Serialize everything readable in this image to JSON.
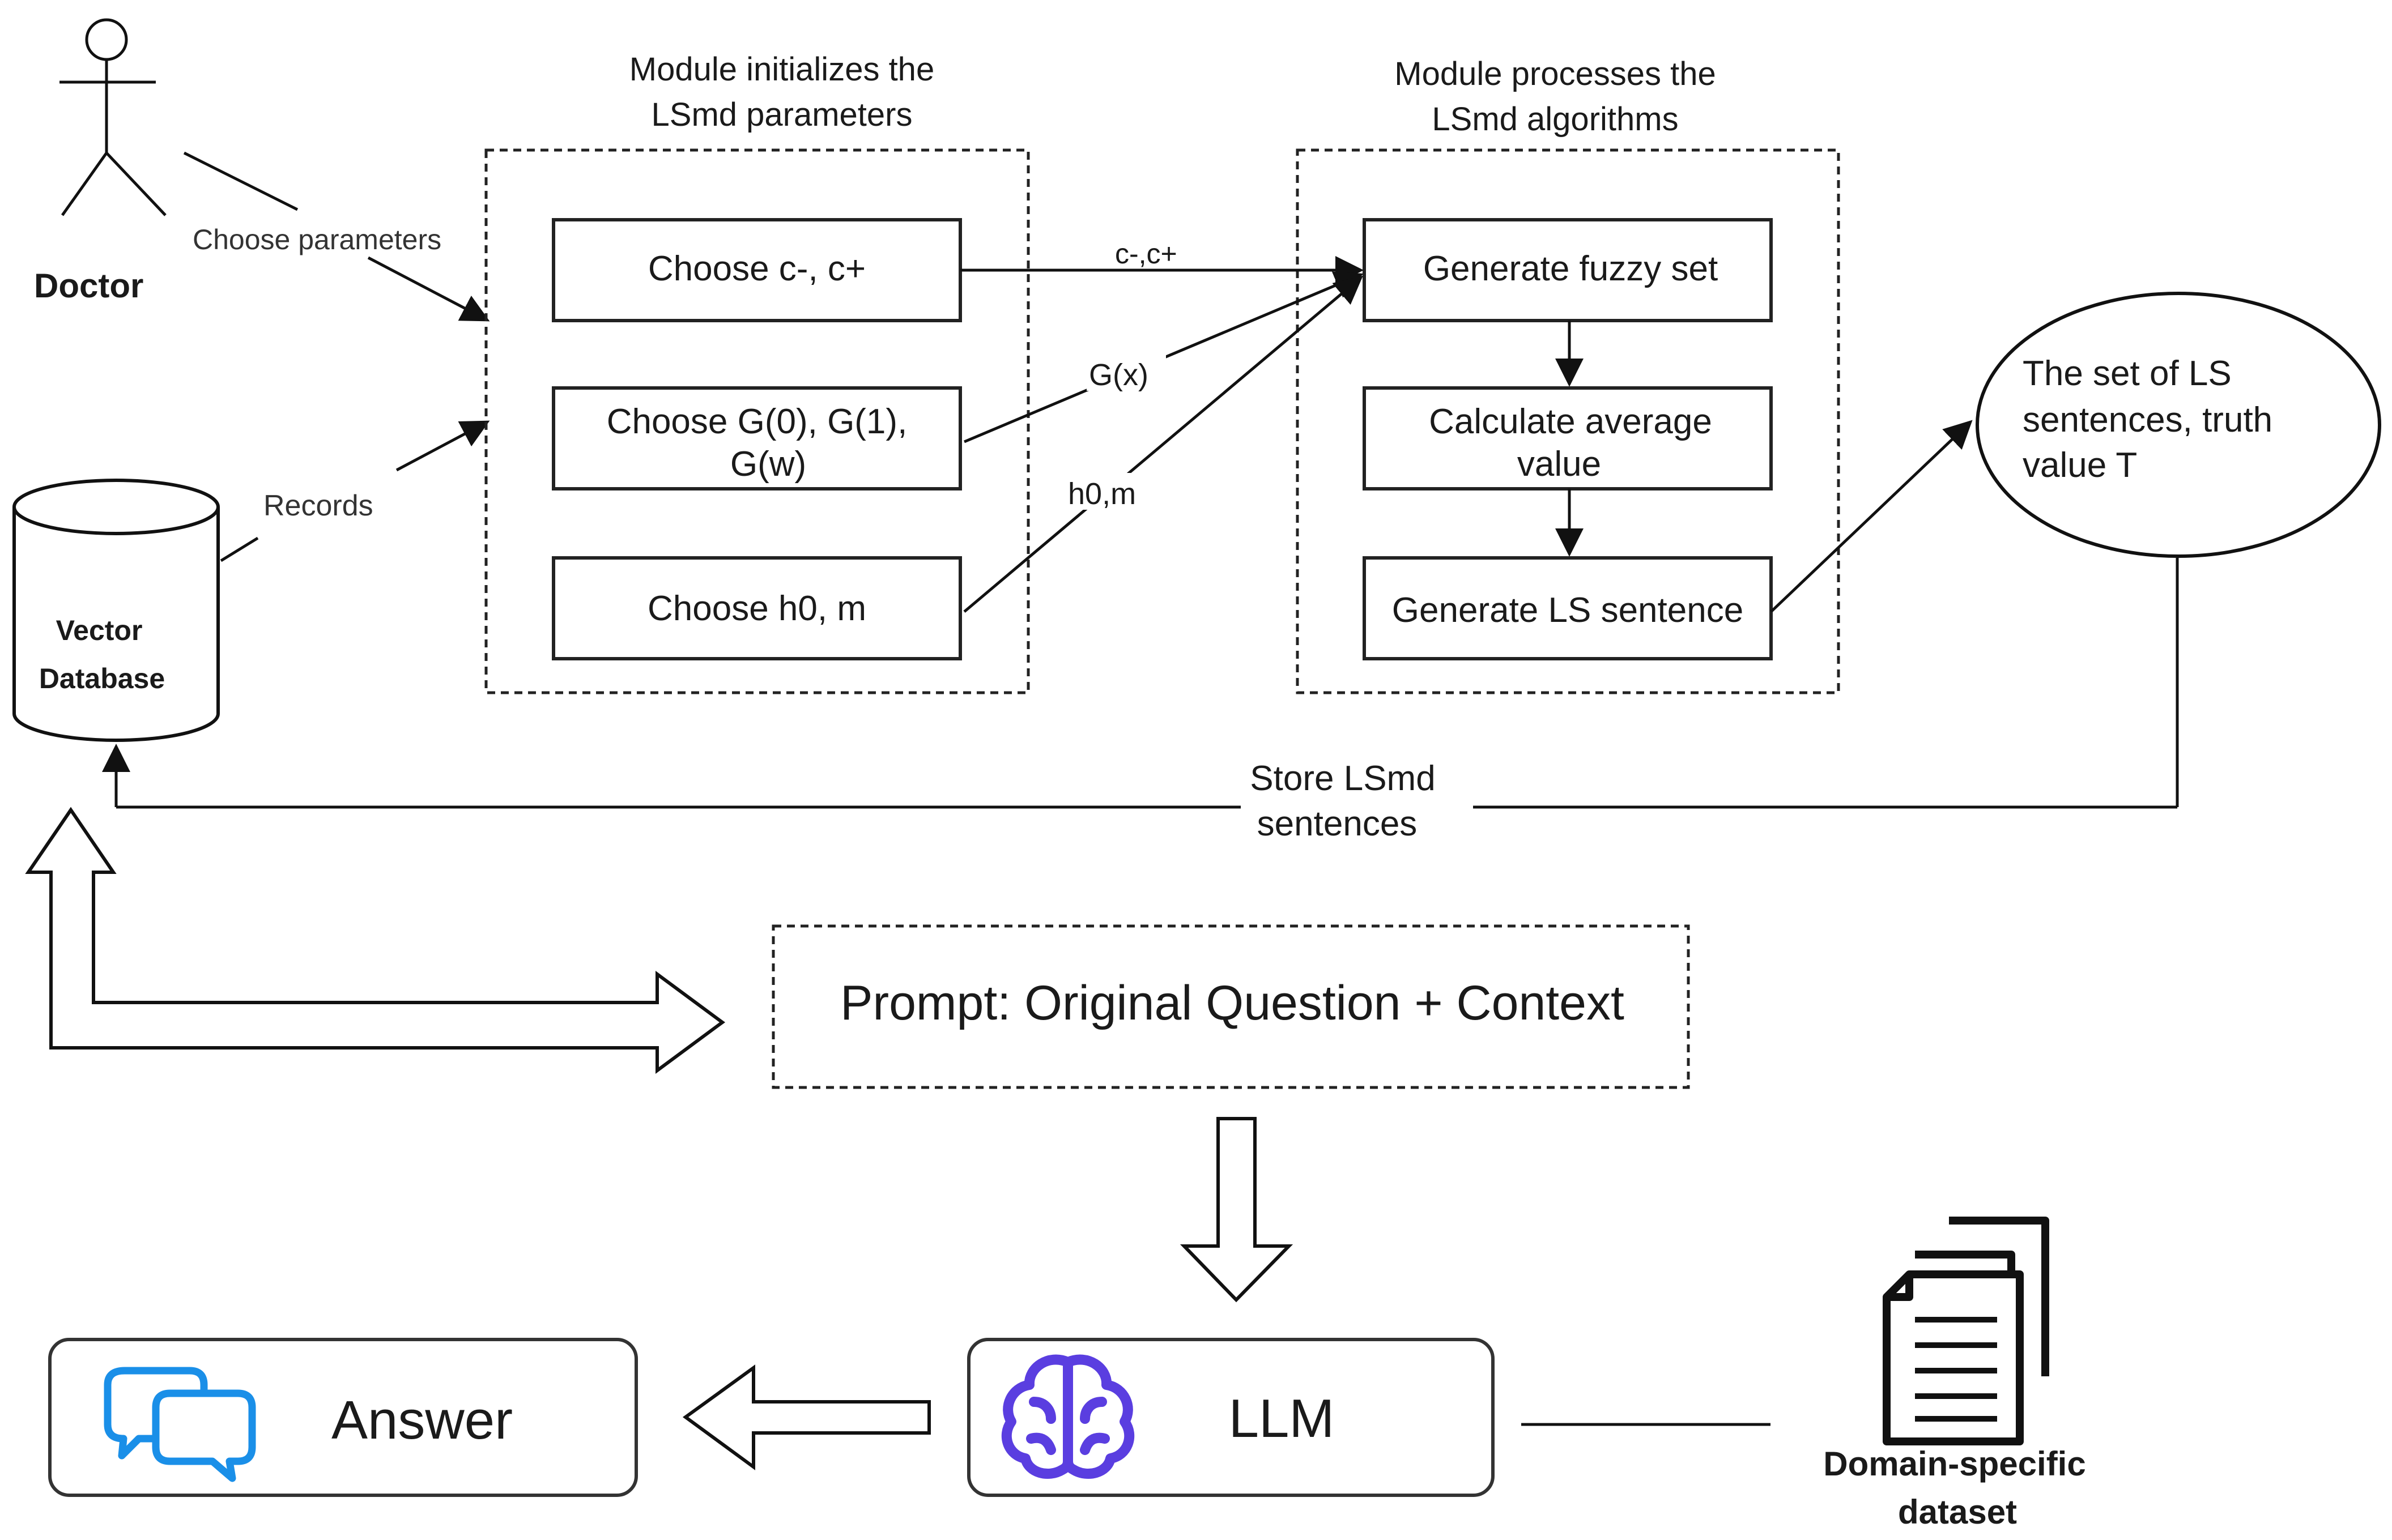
{
  "actor": {
    "label": "Doctor"
  },
  "database": {
    "line1": "Vector",
    "line2": "Database"
  },
  "edges": {
    "choose_parameters": "Choose parameters",
    "records": "Records",
    "c_label": "c-,c+",
    "g_label": "G(x)",
    "h_label": "h0,m",
    "store_line1": "Store LSmd",
    "store_line2": "sentences"
  },
  "module_init": {
    "title_line1": "Module initializes the",
    "title_line2": "LSmd parameters",
    "box_c": "Choose c-, c+",
    "box_g_line1": "Choose G(0), G(1),",
    "box_g_line2": "G(w)",
    "box_h": "Choose h0, m"
  },
  "module_process": {
    "title_line1": "Module processes the",
    "title_line2": "LSmd algorithms",
    "box_fuzzy": "Generate fuzzy set",
    "box_avg_line1": "Calculate average",
    "box_avg_line2": "value",
    "box_ls": "Generate LS sentence"
  },
  "output": {
    "line1": "The set of LS",
    "line2": "sentences, truth",
    "line3": "value T"
  },
  "prompt": {
    "label": "Prompt: Original Question + Context"
  },
  "llm": {
    "label": "LLM"
  },
  "answer": {
    "label": "Answer"
  },
  "dataset": {
    "line1": "Domain-specific",
    "line2": "dataset"
  },
  "colors": {
    "icon_blue": "#1a8fe8",
    "brain_purple": "#5a3ee0"
  }
}
